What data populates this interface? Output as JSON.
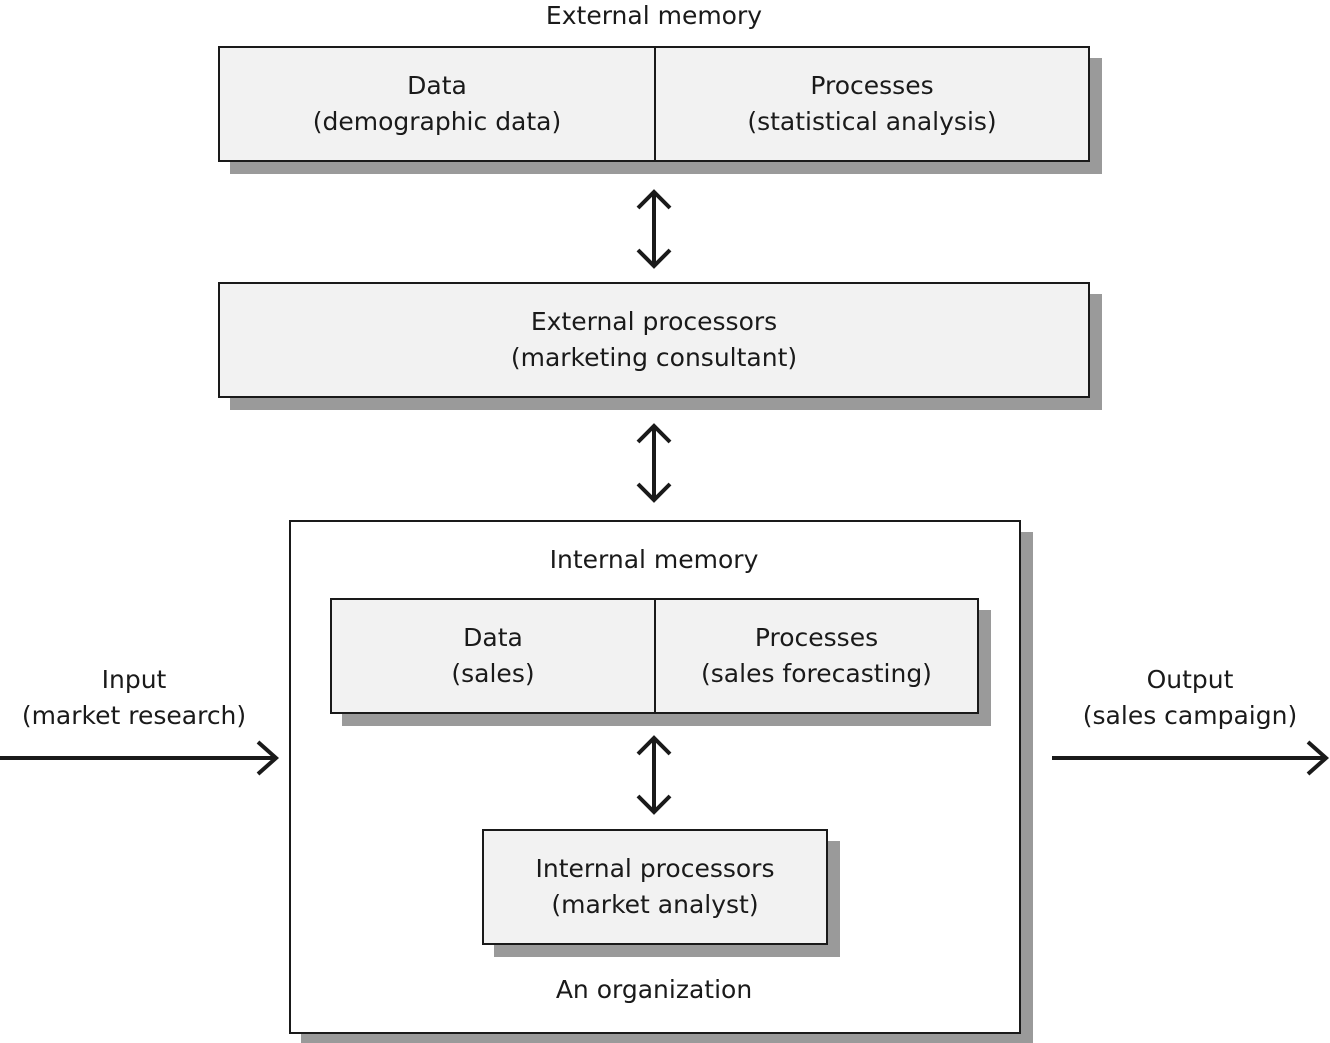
{
  "external_memory": {
    "title": "External memory",
    "data_label": "Data",
    "data_example": "(demographic data)",
    "processes_label": "Processes",
    "processes_example": "(statistical analysis)"
  },
  "external_processors": {
    "label": "External processors",
    "example": "(marketing consultant)"
  },
  "organization": {
    "caption": "An organization",
    "internal_memory": {
      "title": "Internal memory",
      "data_label": "Data",
      "data_example": "(sales)",
      "processes_label": "Processes",
      "processes_example": "(sales forecasting)"
    },
    "internal_processors": {
      "label": "Internal processors",
      "example": "(market analyst)"
    }
  },
  "input": {
    "label": "Input",
    "example": "(market research)"
  },
  "output": {
    "label": "Output",
    "example": "(sales campaign)"
  }
}
